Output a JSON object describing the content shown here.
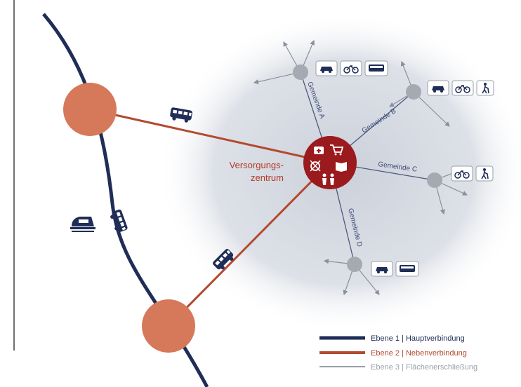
{
  "center": {
    "label_line1": "Versorgungs-",
    "label_line2": "zentrum",
    "icons": [
      "first-aid-icon",
      "shopping-cart-icon",
      "dining-icon",
      "book-icon",
      "children-icon"
    ]
  },
  "towns": [
    {
      "id": "a",
      "label": "Gemeinde A",
      "modes": [
        "car-icon",
        "bicycle-icon",
        "bus-icon"
      ]
    },
    {
      "id": "b",
      "label": "Gemeinde B",
      "modes": [
        "car-icon",
        "bicycle-icon",
        "walking-cane-icon"
      ]
    },
    {
      "id": "c",
      "label": "Gemeinde C",
      "modes": [
        "bicycle-icon",
        "walking-cane-icon"
      ]
    },
    {
      "id": "d",
      "label": "Gemeinde D",
      "modes": [
        "car-icon",
        "bus-icon"
      ]
    }
  ],
  "links": {
    "level2_modes": [
      "bus-icon",
      "bus-icon"
    ],
    "level1_modes": [
      "train-icon",
      "bus-icon"
    ]
  },
  "legend": [
    {
      "level": "Ebene 1",
      "name": "Hauptverbindung",
      "color": "#1f2d57"
    },
    {
      "level": "Ebene 2",
      "name": "Nebenverbindung",
      "color": "#b24a30"
    },
    {
      "level": "Ebene 3",
      "name": "Flächenerschließung",
      "color": "#9aa0aa"
    }
  ],
  "colors": {
    "main_line": "#1f2d57",
    "secondary_line": "#b24a30",
    "center_fill": "#9a1a1e",
    "hub_fill": "#d6785a",
    "town_fill": "#a4a9b2",
    "catchment": "#cfd3db"
  }
}
